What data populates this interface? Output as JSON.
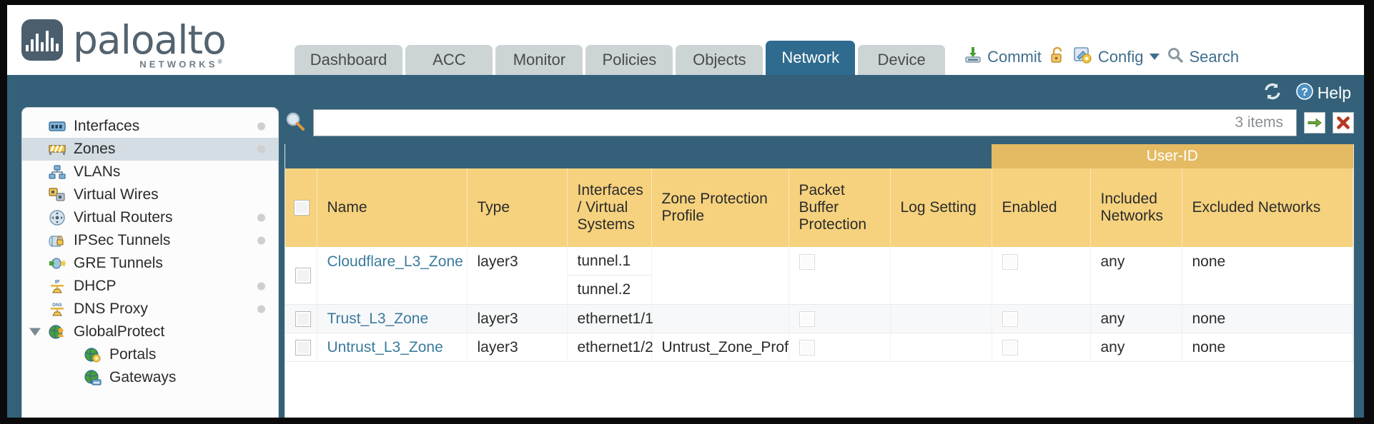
{
  "brand": {
    "name": "paloalto",
    "tagline": "NETWORKS",
    "registered": "®"
  },
  "tabs": [
    {
      "label": "Dashboard",
      "active": false
    },
    {
      "label": "ACC",
      "active": false
    },
    {
      "label": "Monitor",
      "active": false
    },
    {
      "label": "Policies",
      "active": false
    },
    {
      "label": "Objects",
      "active": false
    },
    {
      "label": "Network",
      "active": true
    },
    {
      "label": "Device",
      "active": false
    }
  ],
  "header_actions": {
    "commit": "Commit",
    "config": "Config",
    "search": "Search"
  },
  "helpbar": {
    "help_label": "Help"
  },
  "sidebar": {
    "items": [
      {
        "label": "Interfaces",
        "icon": "interfaces-icon",
        "selected": false,
        "dot": true,
        "child": false,
        "expander": false
      },
      {
        "label": "Zones",
        "icon": "zones-icon",
        "selected": true,
        "dot": true,
        "child": false,
        "expander": false
      },
      {
        "label": "VLANs",
        "icon": "vlans-icon",
        "selected": false,
        "dot": false,
        "child": false,
        "expander": false
      },
      {
        "label": "Virtual Wires",
        "icon": "virtual-wires-icon",
        "selected": false,
        "dot": false,
        "child": false,
        "expander": false
      },
      {
        "label": "Virtual Routers",
        "icon": "virtual-routers-icon",
        "selected": false,
        "dot": true,
        "child": false,
        "expander": false
      },
      {
        "label": "IPSec Tunnels",
        "icon": "ipsec-tunnels-icon",
        "selected": false,
        "dot": true,
        "child": false,
        "expander": false
      },
      {
        "label": "GRE Tunnels",
        "icon": "gre-tunnels-icon",
        "selected": false,
        "dot": false,
        "child": false,
        "expander": false
      },
      {
        "label": "DHCP",
        "icon": "dhcp-icon",
        "selected": false,
        "dot": true,
        "child": false,
        "expander": false
      },
      {
        "label": "DNS Proxy",
        "icon": "dns-proxy-icon",
        "selected": false,
        "dot": true,
        "child": false,
        "expander": false
      },
      {
        "label": "GlobalProtect",
        "icon": "globalprotect-icon",
        "selected": false,
        "dot": false,
        "child": false,
        "expander": true
      },
      {
        "label": "Portals",
        "icon": "portals-icon",
        "selected": false,
        "dot": false,
        "child": true,
        "expander": false
      },
      {
        "label": "Gateways",
        "icon": "gateways-icon",
        "selected": false,
        "dot": false,
        "child": true,
        "expander": false
      }
    ]
  },
  "search": {
    "value": "",
    "placeholder": "",
    "items_count": "3 items",
    "apply_icon": "green-arrow-icon",
    "clear_icon": "red-x-icon"
  },
  "table": {
    "group_header": "User-ID",
    "columns": [
      "Name",
      "Type",
      "Interfaces / Virtual Systems",
      "Zone Protection Profile",
      "Packet Buffer Protection",
      "Log Setting",
      "Enabled",
      "Included Networks",
      "Excluded Networks"
    ],
    "rows": [
      {
        "name": "Cloudflare_L3_Zone",
        "type": "layer3",
        "interfaces": [
          "tunnel.1",
          "tunnel.2"
        ],
        "zone_protection_profile": "",
        "packet_buffer_protection": false,
        "log_setting": "",
        "userid_enabled": false,
        "included_networks": "any",
        "excluded_networks": "none"
      },
      {
        "name": "Trust_L3_Zone",
        "type": "layer3",
        "interfaces": [
          "ethernet1/1"
        ],
        "zone_protection_profile": "",
        "packet_buffer_protection": false,
        "log_setting": "",
        "userid_enabled": false,
        "included_networks": "any",
        "excluded_networks": "none"
      },
      {
        "name": "Untrust_L3_Zone",
        "type": "layer3",
        "interfaces": [
          "ethernet1/2"
        ],
        "zone_protection_profile": "Untrust_Zone_Prof",
        "packet_buffer_protection": false,
        "log_setting": "",
        "userid_enabled": false,
        "included_networks": "any",
        "excluded_networks": "none"
      }
    ]
  },
  "colors": {
    "brand_slate": "#4a5e6d",
    "active_tab": "#2f6b8f",
    "tab_grey": "#ccd4d6",
    "band_blue": "#346179",
    "header_yellow": "#f6d27e",
    "group_yellow": "#e4bb62",
    "link_blue": "#3b7b9e"
  }
}
